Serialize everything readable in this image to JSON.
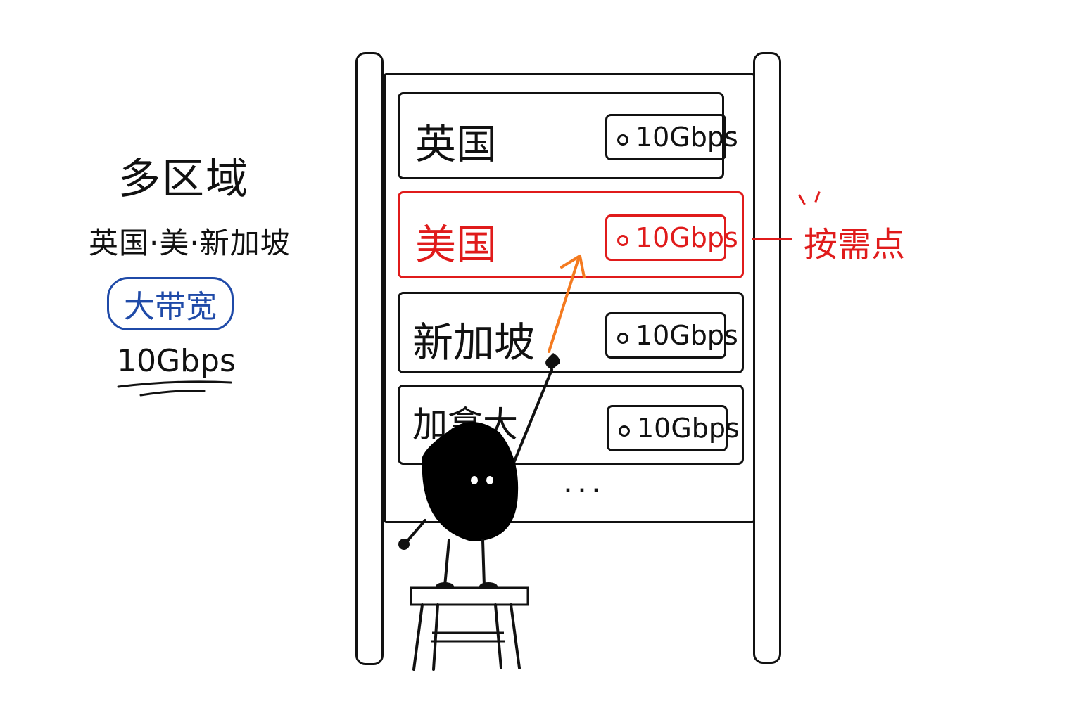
{
  "left_panel": {
    "title": "多区域",
    "regions_line": "英国·美·新加坡",
    "bandwidth_badge": "大带宽",
    "bandwidth_value": "10Gbps"
  },
  "board": {
    "rows": [
      {
        "label": "英国",
        "speed": "10Gbps",
        "active": false
      },
      {
        "label": "美国",
        "speed": "10Gbps",
        "active": true
      },
      {
        "label": "新加坡",
        "speed": "10Gbps",
        "active": false
      },
      {
        "label": "加拿大",
        "speed": "10Gbps",
        "active": false
      }
    ],
    "more": "..."
  },
  "callout": {
    "text": "按需点"
  },
  "colors": {
    "ink": "#111111",
    "highlight": "#e01b1b",
    "arrow": "#f47a1f",
    "badge": "#1f4aa8"
  }
}
